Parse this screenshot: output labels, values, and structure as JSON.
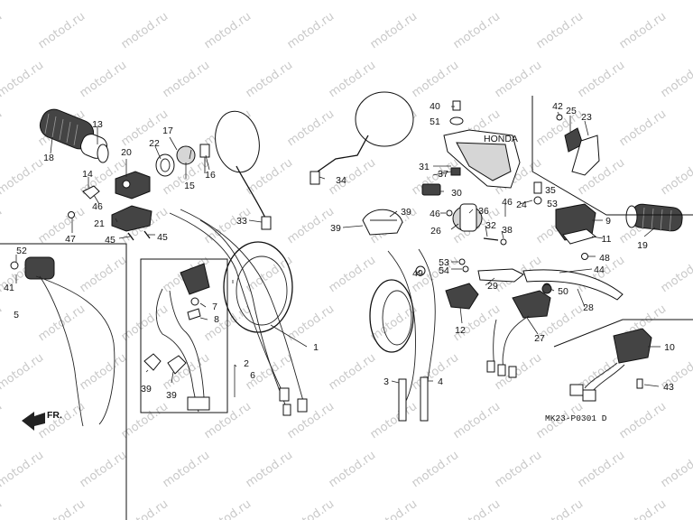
{
  "watermark": "motod.ru",
  "diagram_code": "MK23-P0301 D",
  "direction_label": "FR.",
  "labels": {
    "l1": "1",
    "l2": "2",
    "l3": "3",
    "l4": "4",
    "l5": "5",
    "l6": "6",
    "l7": "7",
    "l8": "8",
    "l9": "9",
    "l10": "10",
    "l11": "11",
    "l12": "12",
    "l13": "13",
    "l14": "14",
    "l15": "15",
    "l16": "16",
    "l17": "17",
    "l18": "18",
    "l19": "19",
    "l20": "20",
    "l21": "21",
    "l22": "22",
    "l23": "23",
    "l24": "24",
    "l25": "25",
    "l26": "26",
    "l27": "27",
    "l28": "28",
    "l29": "29",
    "l30": "30",
    "l31": "31",
    "l32": "32",
    "l33": "33",
    "l34": "34",
    "l35": "35",
    "l36": "36",
    "l37": "37",
    "l38": "38",
    "l39a": "39",
    "l39b": "39",
    "l39c": "39",
    "l39d": "39",
    "l40": "40",
    "l41": "41",
    "l42": "42",
    "l43": "43",
    "l44": "44",
    "l45a": "45",
    "l45b": "45",
    "l46a": "46",
    "l46b": "46",
    "l47": "47",
    "l48": "48",
    "l49": "49",
    "l50": "50",
    "l51": "51",
    "l52": "52",
    "l53a": "53",
    "l53b": "53",
    "l54": "54"
  }
}
